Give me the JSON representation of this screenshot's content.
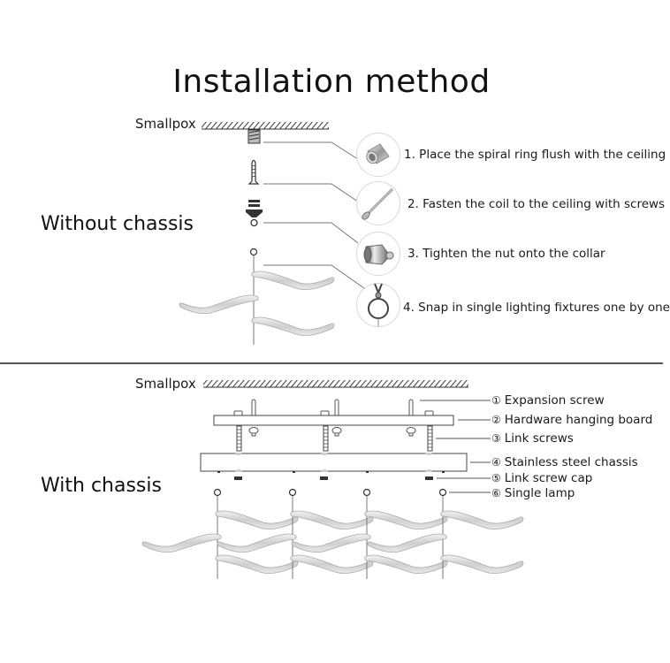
{
  "title": "Installation method",
  "top_section": {
    "ceiling_label": "Smallpox",
    "section_label": "Without chassis",
    "steps": [
      {
        "text": "1. Place the spiral ring flush with the ceiling",
        "icon": "spiral-ring-icon"
      },
      {
        "text": "2. Fasten the coil to the ceiling with screws",
        "icon": "screw-icon"
      },
      {
        "text": "3. Tighten the nut onto the collar",
        "icon": "nut-collar-icon"
      },
      {
        "text": "4. Snap in single lighting fixtures one by one",
        "icon": "snap-ring-icon"
      }
    ]
  },
  "bottom_section": {
    "ceiling_label": "Smallpox",
    "section_label": "With chassis",
    "legend": [
      {
        "num": "①",
        "text": "Expansion screw"
      },
      {
        "num": "②",
        "text": "Hardware hanging board"
      },
      {
        "num": "③",
        "text": "Link screws"
      },
      {
        "num": "④",
        "text": "Stainless steel chassis"
      },
      {
        "num": "⑤",
        "text": "Link screw cap"
      },
      {
        "num": "⑥",
        "text": "Single lamp"
      }
    ]
  },
  "colors": {
    "line": "#777777",
    "dark": "#333333",
    "leaf": "#d9d9d9"
  }
}
